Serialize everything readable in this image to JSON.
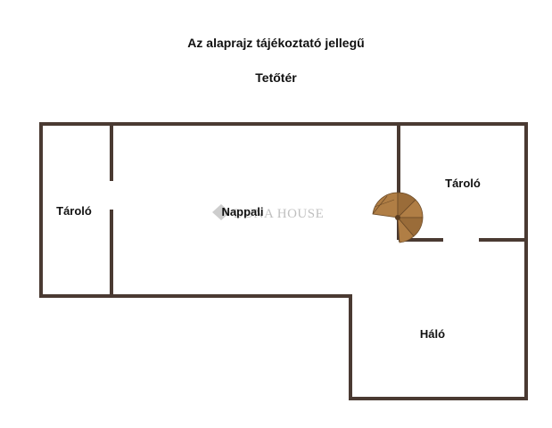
{
  "header": {
    "title": "Az alaprajz tájékoztató jellegű",
    "subtitle": "Tetőtér"
  },
  "rooms": {
    "left_storage": "Tároló",
    "living": "Nappali",
    "right_storage": "Tároló",
    "bedroom": "Háló"
  },
  "watermark": "DUNA HOUSE",
  "colors": {
    "wall": "#4a3a32",
    "stair": "#a0743f"
  }
}
